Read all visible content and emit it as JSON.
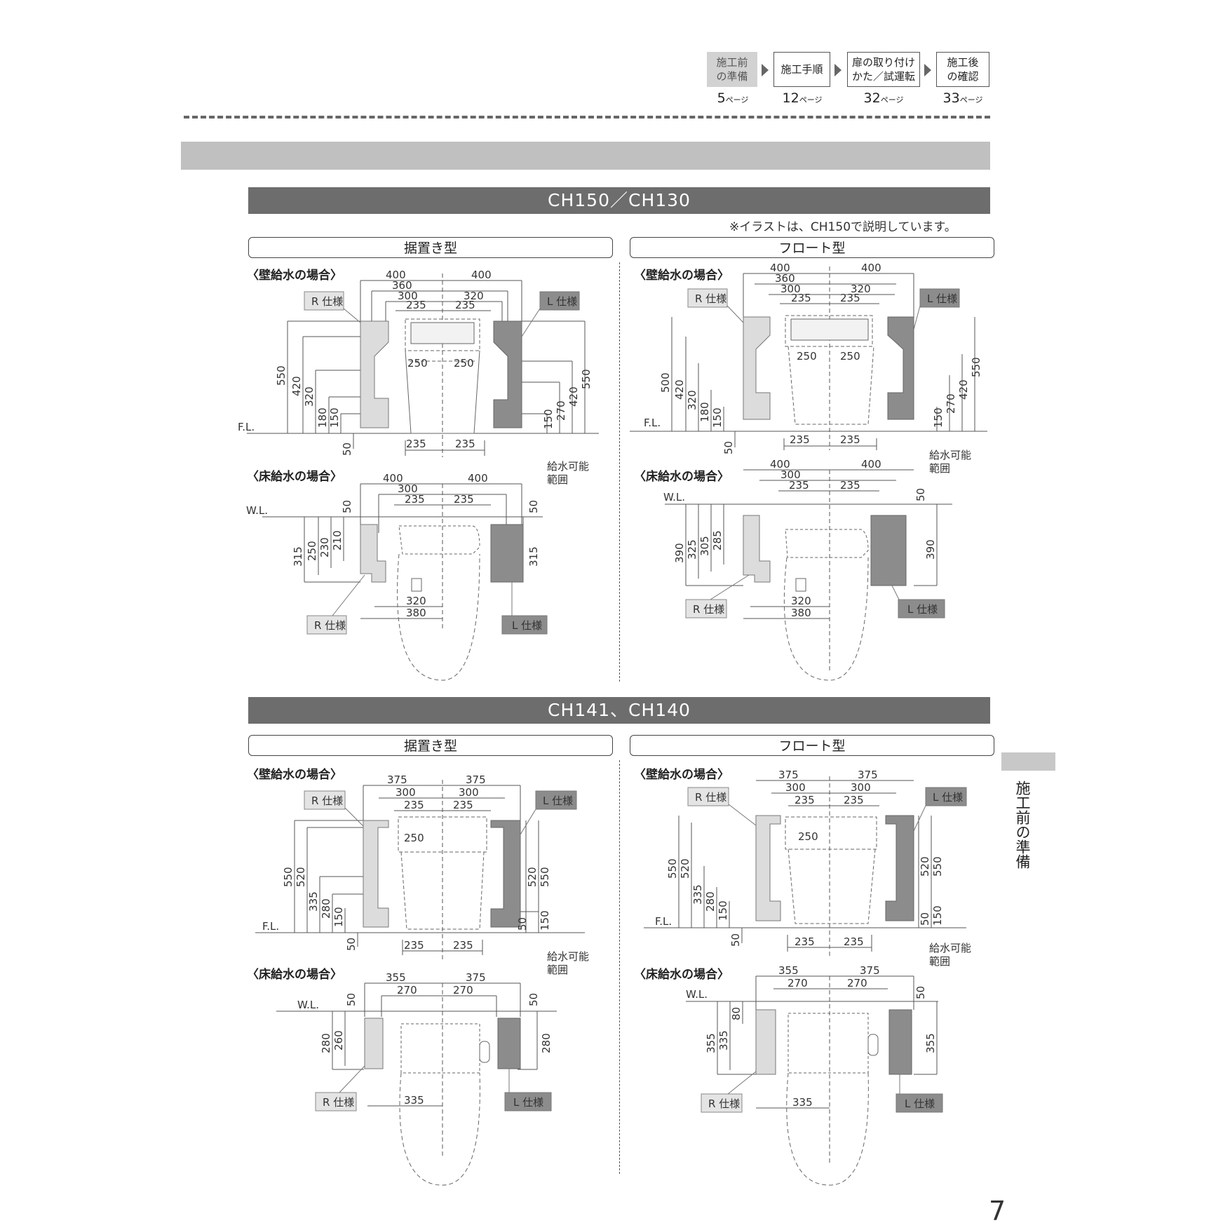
{
  "steps": [
    {
      "label": "施工前\nの準備",
      "page": "5",
      "unit": "ページ",
      "current": true
    },
    {
      "label": "施工手順",
      "page": "12",
      "unit": "ページ",
      "current": false
    },
    {
      "label": "扉の取り付け\nかた／試運転",
      "page": "32",
      "unit": "ページ",
      "current": false
    },
    {
      "label": "施工後\nの確認",
      "page": "33",
      "unit": "ページ",
      "current": false
    }
  ],
  "sections": [
    {
      "model": "CH150／CH130",
      "note": "※イラストは、CH150で説明しています。",
      "types": [
        "据置き型",
        "フロート型"
      ]
    },
    {
      "model": "CH141、CH140",
      "types": [
        "据置き型",
        "フロート型"
      ]
    }
  ],
  "cases": {
    "wall": "〈壁給水の場合〉",
    "floor": "〈床給水の場合〉"
  },
  "labels": {
    "r_spec": "R 仕様",
    "l_spec": "L 仕様",
    "fl": "F.L.",
    "wl": "W.L.",
    "supply_range": "給水可能\n範囲"
  },
  "dims": {
    "ch150_wall": {
      "top": [
        "400",
        "400",
        "360",
        "300",
        "320",
        "235",
        "235"
      ],
      "inner": [
        "250",
        "250"
      ],
      "bottom": [
        "235",
        "235"
      ],
      "left": [
        "550",
        "420",
        "320",
        "180",
        "150",
        "50"
      ],
      "right": [
        "550",
        "420",
        "270",
        "150"
      ]
    },
    "ch150_floor": {
      "top": [
        "400",
        "400",
        "300",
        "235",
        "235"
      ],
      "left": [
        "315",
        "250",
        "230",
        "210",
        "50"
      ],
      "right": [
        "315",
        "50"
      ],
      "bottom": [
        "320",
        "380"
      ]
    },
    "ch150f_wall": {
      "top": [
        "400",
        "400",
        "360",
        "300",
        "320",
        "235",
        "235"
      ],
      "inner": [
        "250",
        "250"
      ],
      "bottom": [
        "235",
        "235"
      ],
      "left": [
        "500",
        "420",
        "320",
        "180",
        "150",
        "50"
      ],
      "right": [
        "550",
        "420",
        "270",
        "150"
      ]
    },
    "ch150f_floor": {
      "top": [
        "400",
        "400",
        "300",
        "235",
        "235"
      ],
      "left": [
        "390",
        "325",
        "305",
        "285"
      ],
      "right": [
        "390",
        "50"
      ],
      "bottom": [
        "320",
        "380"
      ]
    },
    "ch141_wall": {
      "top": [
        "375",
        "375",
        "300",
        "300",
        "235",
        "235"
      ],
      "inner": [
        "250"
      ],
      "bottom": [
        "235",
        "235"
      ],
      "left": [
        "550",
        "520",
        "335",
        "280",
        "150",
        "50"
      ],
      "right": [
        "520",
        "550",
        "50",
        "150"
      ]
    },
    "ch141_floor": {
      "top": [
        "355",
        "375",
        "270",
        "270"
      ],
      "left": [
        "280",
        "260",
        "50"
      ],
      "right": [
        "280",
        "50"
      ],
      "bottom": [
        "335"
      ]
    },
    "ch141f_wall": {
      "top": [
        "375",
        "375",
        "300",
        "300",
        "235",
        "235"
      ],
      "inner": [
        "250"
      ],
      "bottom": [
        "235",
        "235"
      ],
      "left": [
        "550",
        "520",
        "335",
        "280",
        "150",
        "50"
      ],
      "right": [
        "520",
        "550",
        "50",
        "150"
      ]
    },
    "ch141f_floor": {
      "top": [
        "355",
        "375",
        "270",
        "270"
      ],
      "left": [
        "355",
        "335",
        "80"
      ],
      "right": [
        "355",
        "50"
      ],
      "bottom": [
        "335"
      ]
    }
  },
  "side_tab": "施工前の準備",
  "page_number": "7"
}
